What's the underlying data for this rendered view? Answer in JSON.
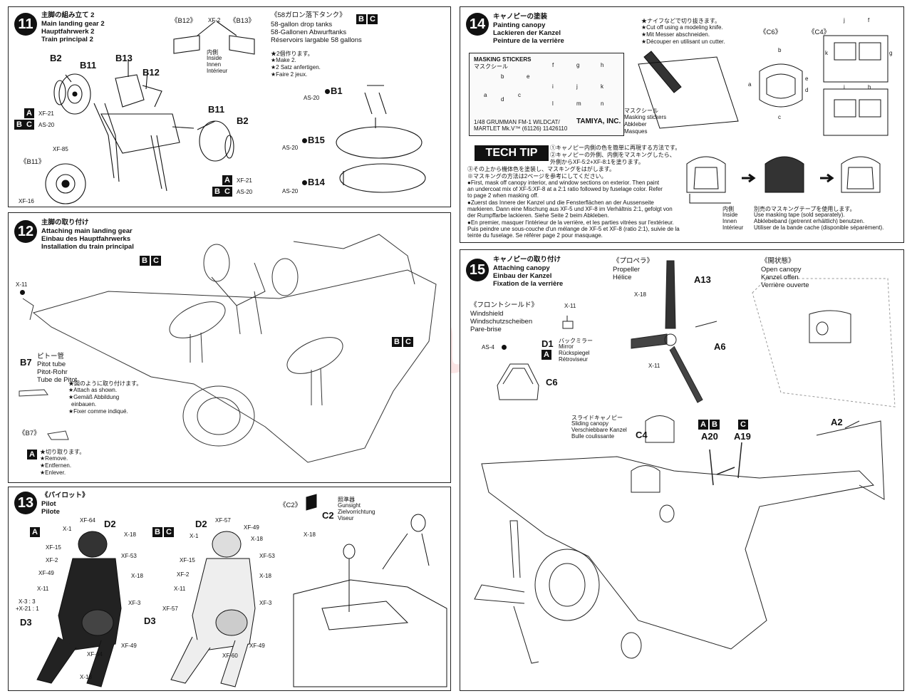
{
  "watermark": "modelartikl.cz",
  "step11": {
    "number": "11",
    "title_jp": "主脚の組み立て 2",
    "title_en": "Main landing gear 2",
    "title_de": "Hauptfahrwerk 2",
    "title_fr": "Train principal 2",
    "parts": [
      "B2",
      "B11",
      "B13",
      "B12",
      "B11",
      "B2"
    ],
    "paint_left": [
      "XF-21",
      "AS-20"
    ],
    "paint_right": [
      "XF-21",
      "AS-20"
    ],
    "detail_b11": "《B11》",
    "detail_b11_paints": [
      "XF-85",
      "XF-16"
    ],
    "detail_b12": "《B12》",
    "detail_b13": "《B13》",
    "detail_paint": "XF-2",
    "inside_labels": [
      "内側",
      "Inside",
      "Innen",
      "Intérieur"
    ],
    "tank_title_jp": "《58ガロン落下タンク》",
    "tank_title_en": "58-gallon drop tanks",
    "tank_title_de": "58-Gallonen Abwurftanks",
    "tank_title_fr": "Réservoirs largable 58 gallons",
    "make_notes": [
      "★2個作ります。",
      "★Make 2.",
      "★2 Satz anfertigen.",
      "★Faire 2 jeux."
    ],
    "tank_parts": [
      "B1",
      "B15",
      "B14"
    ],
    "tank_paints": [
      "AS-20",
      "AS-20",
      "AS-20"
    ],
    "box_labels": [
      "A",
      "B",
      "C"
    ]
  },
  "step12": {
    "number": "12",
    "title_jp": "主脚の取り付け",
    "title_en": "Attaching main landing gear",
    "title_de": "Einbau des Hauptfahrwerks",
    "title_fr": "Installation du train principal",
    "pitot_jp": "ピトー管",
    "pitot_en": "Pitot tube",
    "pitot_de": "Pitot-Rohr",
    "pitot_fr": "Tube de Pitot",
    "part_b7": "B7",
    "paint_x11": "X-11",
    "attach_notes": [
      "★図のように取り付けます。",
      "★Attach as shown.",
      "★Gemäß Abbildung",
      "einbauen.",
      "★Fixer comme indiqué."
    ],
    "detail_b7": "《B7》",
    "remove_notes": [
      "★切り取ります。",
      "★Remove.",
      "★Entfernen.",
      "★Enlever."
    ]
  },
  "step13": {
    "number": "13",
    "title_jp": "《パイロット》",
    "title_en": "Pilot",
    "title_fr": "Pilote",
    "variant_a": "A",
    "variant_bc": [
      "B",
      "C"
    ],
    "pilot_a_paints": [
      "XF-64",
      "X-1",
      "XF-15",
      "XF-2",
      "XF-49",
      "X-11",
      "X-3 : 3",
      "+X-21 : 1",
      "X-18",
      "XF-53",
      "X-18",
      "XF-3",
      "XF-49",
      "XF-64",
      "X-18"
    ],
    "pilot_a_parts": [
      "D2",
      "D3"
    ],
    "pilot_bc_paints": [
      "XF-57",
      "X-1",
      "XF-15",
      "XF-2",
      "X-11",
      "XF-57",
      "XF-49",
      "X-18",
      "XF-53",
      "X-18",
      "XF-3",
      "XF-49",
      "XF-60"
    ],
    "pilot_bc_parts": [
      "D2",
      "D3"
    ],
    "c2_detail": "《C2》",
    "c2_paint": "X-18",
    "gunsight_jp": "照準器",
    "gunsight_en": "Gunsight",
    "gunsight_de": "Zielvorrichtung",
    "gunsight_fr": "Viseur",
    "part_c2": "C2"
  },
  "step14": {
    "number": "14",
    "title_jp": "キャノピーの塗装",
    "title_en": "Painting canopy",
    "title_de": "Lackieren der Kanzel",
    "title_fr": "Peinture de la verrière",
    "cut_notes": [
      "★ナイフなどで切り抜きます。",
      "★Cut off using a modeling knife.",
      "★Mit Messer abschneiden.",
      "★Découper en utilisant un cutter."
    ],
    "sheet_title": "MASKING STICKERS",
    "sheet_title_jp": "マスクシール",
    "sheet_letters": [
      "b",
      "c",
      "e",
      "f",
      "g",
      "h",
      "a",
      "d",
      "i",
      "j",
      "k",
      "l",
      "m",
      "n"
    ],
    "sheet_footer": [
      "1/48 GRUMMAN FM-1 WILDCAT/",
      "MARTLET Mk.V™ (61126) 11426110"
    ],
    "brand": "TAMIYA, INC.",
    "mask_labels": [
      "マスクシール",
      "Masking stickers",
      "Abkleber",
      "Masques"
    ],
    "c6_label": "《C6》",
    "c4_label": "《C4》",
    "c6_letters": [
      "b",
      "a",
      "e",
      "d",
      "c"
    ],
    "c4_letters": [
      "j",
      "f",
      "k",
      "g",
      "i",
      "h"
    ],
    "techtip_label": "TECH TIP",
    "techtip_lines": [
      "①キャノピー内側の色を簡単に再現する方法です。",
      "②キャノピーの外側、内側をマスキングしたら、",
      "外側からXF-5:2+XF-8:1を塗ります。",
      "③その上から機体色を塗装し、マスキングをはがします。",
      "※マスキングの方法は2ページを参考にしてください。",
      "●First, mask off canopy interior, and window sections on exterior. Then paint",
      "an undercoat mix of XF-5:XF-8 at a 2:1 ratio followed by fuselage color. Refer",
      "to page 2 when masking off.",
      "●Zuerst das Innere der Kanzel und die Fensterflächen an der Aussenseite",
      "markieren. Dann eine Mischung aus XF-5 und XF-8 im Verhältnis 2:1, gefolgt von",
      "der Rumpffarbe lackieren. Siehe Seite 2 beim Abkleben.",
      "●En premier, masquer l'intérieur de la verrière, et les parties vitrées sur l'extérieur.",
      "Puis peindre une sous-couche d'un mélange de XF-5 et XF-8 (ratio 2:1), suivie de la",
      "teinte du fuselage. Se référer page 2 pour masquage."
    ],
    "inside_labels": [
      "内側",
      "Inside",
      "Innen",
      "Intérieur"
    ],
    "tape_labels": [
      "別売のマスキングテープを使用します。",
      "Use masking tape (sold separately).",
      "Abklebeband (getrennt erhältlich) benutzen.",
      "Utiliser de la bande cache (disponible séparément)."
    ]
  },
  "step15": {
    "number": "15",
    "title_jp": "キャノピーの取り付け",
    "title_en": "Attaching canopy",
    "title_de": "Einbau der Kanzel",
    "title_fr": "Fixation de la verrière",
    "windshield_jp": "《フロントシールド》",
    "windshield_en": "Windshield",
    "windshield_de": "Windschutzscheiben",
    "windshield_fr": "Pare-brise",
    "mirror_jp": "バックミラー",
    "mirror_en": "Mirror",
    "mirror_de": "Rückspiegel",
    "mirror_fr": "Rétroviseur",
    "paint_x11": "X-11",
    "paint_as4": "AS-4",
    "part_d1": "D1",
    "part_c6": "C6",
    "propeller_jp": "《プロペラ》",
    "propeller_en": "Propeller",
    "propeller_fr": "Hélice",
    "part_a13": "A13",
    "part_a6": "A6",
    "prop_paints": [
      "X-18",
      "X-11"
    ],
    "open_jp": "《開状態》",
    "open_en": "Open canopy",
    "open_de": "Kanzel offen",
    "open_fr": "Verrière ouverte",
    "sliding_jp": "スライドキャノピー",
    "sliding_en": "Sliding canopy",
    "sliding_de": "Verschiebbare Kanzel",
    "sliding_fr": "Bulle coulissante",
    "part_c4": "C4",
    "part_a20": "A20",
    "part_a19": "A19",
    "part_a2": "A2",
    "box_ab": [
      "A",
      "B"
    ],
    "box_c": "C"
  }
}
